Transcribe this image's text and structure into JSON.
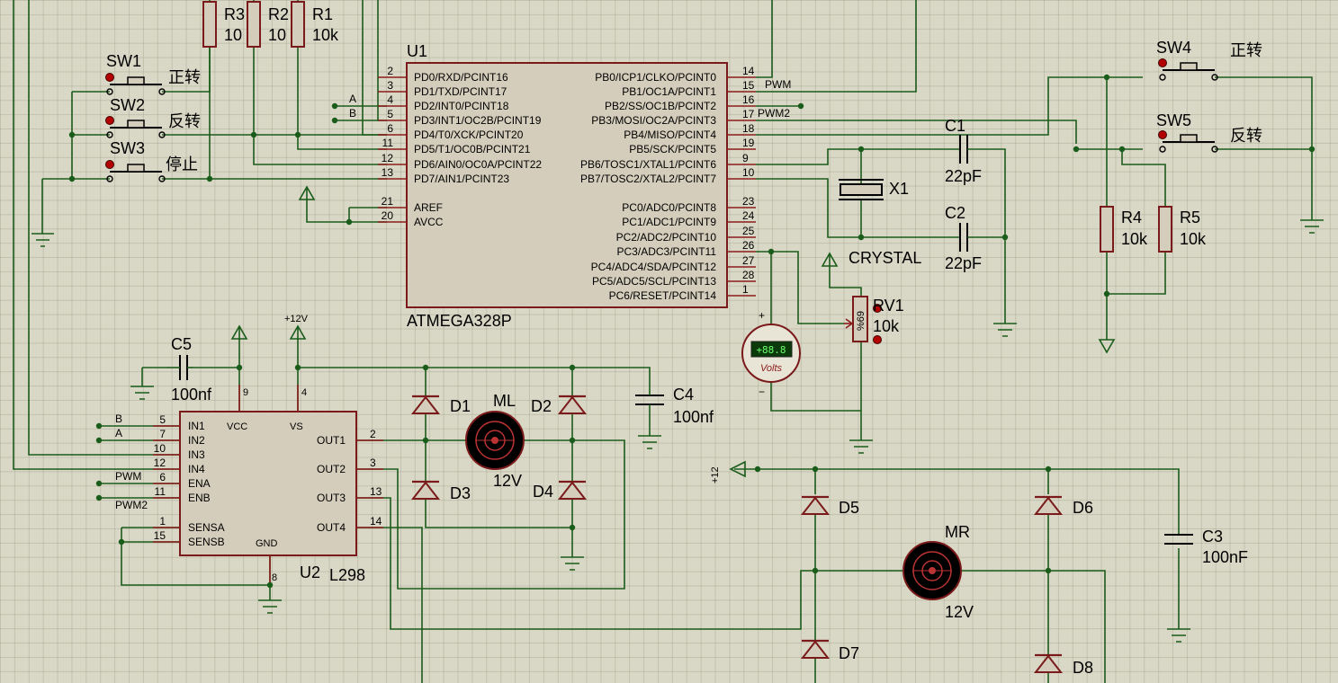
{
  "mcu": {
    "ref": "U1",
    "part": "ATMEGA328P",
    "left_pins": [
      {
        "num": "2",
        "name": "PD0/RXD/PCINT16"
      },
      {
        "num": "3",
        "name": "PD1/TXD/PCINT17"
      },
      {
        "num": "4",
        "name": "PD2/INT0/PCINT18"
      },
      {
        "num": "5",
        "name": "PD3/INT1/OC2B/PCINT19"
      },
      {
        "num": "6",
        "name": "PD4/T0/XCK/PCINT20"
      },
      {
        "num": "11",
        "name": "PD5/T1/OC0B/PCINT21"
      },
      {
        "num": "12",
        "name": "PD6/AIN0/OC0A/PCINT22"
      },
      {
        "num": "13",
        "name": "PD7/AIN1/PCINT23"
      },
      {
        "num": "21",
        "name": "AREF"
      },
      {
        "num": "20",
        "name": "AVCC"
      }
    ],
    "right_pins": [
      {
        "num": "14",
        "name": "PB0/ICP1/CLKO/PCINT0"
      },
      {
        "num": "15",
        "name": "PB1/OC1A/PCINT1"
      },
      {
        "num": "16",
        "name": "PB2/SS/OC1B/PCINT2"
      },
      {
        "num": "17",
        "name": "PB3/MOSI/OC2A/PCINT3"
      },
      {
        "num": "18",
        "name": "PB4/MISO/PCINT4"
      },
      {
        "num": "19",
        "name": "PB5/SCK/PCINT5"
      },
      {
        "num": "9",
        "name": "PB6/TOSC1/XTAL1/PCINT6"
      },
      {
        "num": "10",
        "name": "PB7/TOSC2/XTAL2/PCINT7"
      },
      {
        "num": "23",
        "name": "PC0/ADC0/PCINT8"
      },
      {
        "num": "24",
        "name": "PC1/ADC1/PCINT9"
      },
      {
        "num": "25",
        "name": "PC2/ADC2/PCINT10"
      },
      {
        "num": "26",
        "name": "PC3/ADC3/PCINT11"
      },
      {
        "num": "27",
        "name": "PC4/ADC4/SDA/PCINT12"
      },
      {
        "num": "28",
        "name": "PC5/ADC5/SCL/PCINT13"
      },
      {
        "num": "1",
        "name": "PC6/RESET/PCINT14"
      }
    ]
  },
  "driver": {
    "ref": "U2",
    "part": "L298",
    "left_pins": [
      {
        "num": "5",
        "name": "IN1"
      },
      {
        "num": "7",
        "name": "IN2"
      },
      {
        "num": "10",
        "name": "IN3"
      },
      {
        "num": "12",
        "name": "IN4"
      },
      {
        "num": "6",
        "name": "ENA"
      },
      {
        "num": "11",
        "name": "ENB"
      },
      {
        "num": "1",
        "name": "SENSA"
      },
      {
        "num": "15",
        "name": "SENSB"
      }
    ],
    "right_pins": [
      {
        "num": "2",
        "name": "OUT1"
      },
      {
        "num": "3",
        "name": "OUT2"
      },
      {
        "num": "13",
        "name": "OUT3"
      },
      {
        "num": "14",
        "name": "OUT4"
      }
    ],
    "top_pins": [
      {
        "num": "9",
        "name": "VCC"
      },
      {
        "num": "4",
        "name": "VS"
      }
    ],
    "bottom_pins": [
      {
        "num": "8",
        "name": "GND"
      }
    ]
  },
  "net_labels": {
    "a": "A",
    "b": "B",
    "pwm": "PWM",
    "pwm2": "PWM2",
    "v12": "+12V",
    "v12b": "+12"
  },
  "resistors": {
    "r1": {
      "ref": "R1",
      "val": "10k"
    },
    "r2": {
      "ref": "R2",
      "val": "10"
    },
    "r3": {
      "ref": "R3",
      "val": "10"
    },
    "r4": {
      "ref": "R4",
      "val": "10k"
    },
    "r5": {
      "ref": "R5",
      "val": "10k"
    }
  },
  "switches": {
    "sw1": {
      "ref": "SW1",
      "label": "正转"
    },
    "sw2": {
      "ref": "SW2",
      "label": "反转"
    },
    "sw3": {
      "ref": "SW3",
      "label": "停止"
    },
    "sw4": {
      "ref": "SW4",
      "label": "正转"
    },
    "sw5": {
      "ref": "SW5",
      "label": "反转"
    }
  },
  "caps": {
    "c1": {
      "ref": "C1",
      "val": "22pF"
    },
    "c2": {
      "ref": "C2",
      "val": "22pF"
    },
    "c3": {
      "ref": "C3",
      "val": "100nF"
    },
    "c4": {
      "ref": "C4",
      "val": "100nf"
    },
    "c5": {
      "ref": "C5",
      "val": "100nf"
    }
  },
  "crystal": {
    "ref": "X1",
    "part": "CRYSTAL"
  },
  "pot": {
    "ref": "RV1",
    "val": "10k",
    "marking": "%69"
  },
  "voltmeter": {
    "reading": "+88.8",
    "unit": "Volts",
    "plus": "+",
    "minus": "−"
  },
  "motors": {
    "ml": {
      "ref": "ML",
      "val": "12V"
    },
    "mr": {
      "ref": "MR",
      "val": "12V"
    }
  },
  "diodes": [
    "D1",
    "D2",
    "D3",
    "D4",
    "D5",
    "D6",
    "D7",
    "D8"
  ],
  "colors": {
    "wire": "#1a5c1a",
    "component": "#7a1a1a",
    "fill": "#d4cdbb",
    "background": "#d9d8c6"
  }
}
